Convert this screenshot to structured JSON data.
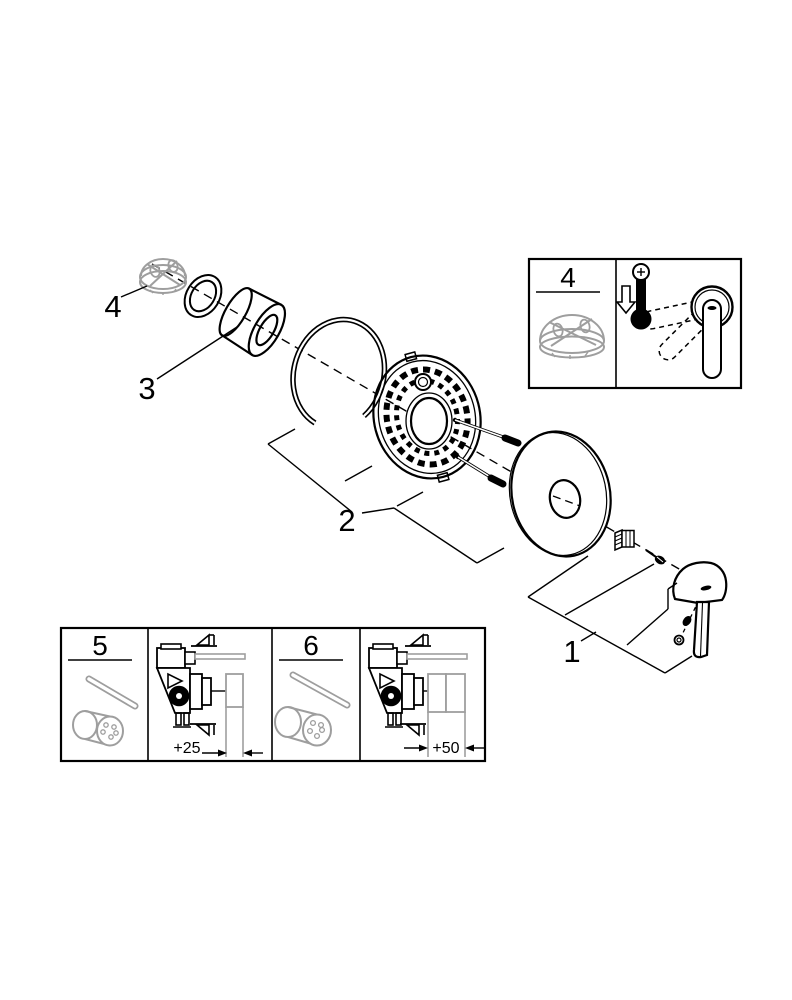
{
  "labels": {
    "part1": "1",
    "part2": "2",
    "part3": "3",
    "part4": "4"
  },
  "inset_temperature": {
    "label": "4",
    "icons": [
      "stop-limiter",
      "thermometer",
      "arrow-down",
      "handle-positions"
    ]
  },
  "inset_extension": {
    "cell5": {
      "label": "5",
      "dimension": "+25"
    },
    "cell6": {
      "label": "6",
      "dimension": "+50"
    }
  },
  "colors": {
    "line": "#000000",
    "gray": "#9e9e9e",
    "background": "#ffffff"
  }
}
